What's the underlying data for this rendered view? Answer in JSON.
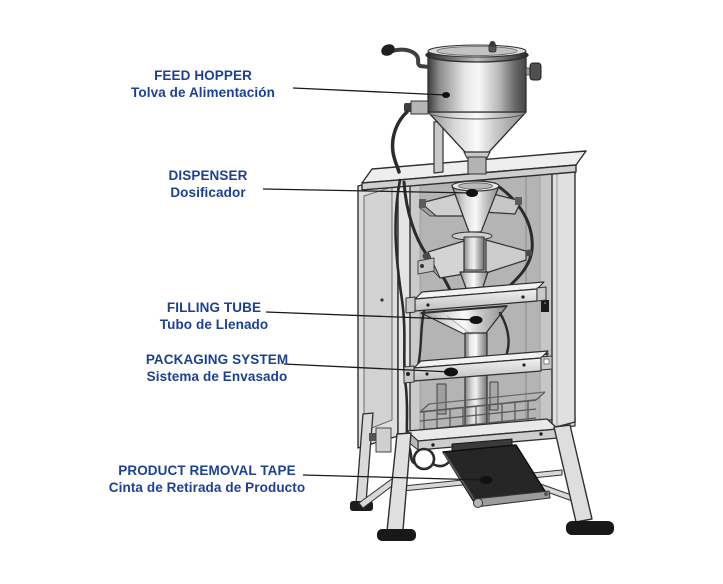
{
  "diagram": {
    "title": "Vertical packaging machine — labeled parts diagram",
    "background_color": "#ffffff",
    "label_text_color": "#1c4094",
    "leader_line_color": "#1a1a1a",
    "belt_color": "#262626",
    "labels": [
      {
        "id": "feed-hopper",
        "name_en": "FEED HOPPER",
        "name_es": "Tolva de Alimentación"
      },
      {
        "id": "dispenser",
        "name_en": "DISPENSER",
        "name_es": "Dosificador"
      },
      {
        "id": "filling-tube",
        "name_en": "FILLING TUBE",
        "name_es": "Tubo de Llenado"
      },
      {
        "id": "packaging-system",
        "name_en": "PACKAGING SYSTEM",
        "name_es": "Sistema de Envasado"
      },
      {
        "id": "product-removal-tape",
        "name_en": "PRODUCT REMOVAL TAPE",
        "name_es": "Cinta de Retirada de Producto"
      }
    ]
  }
}
